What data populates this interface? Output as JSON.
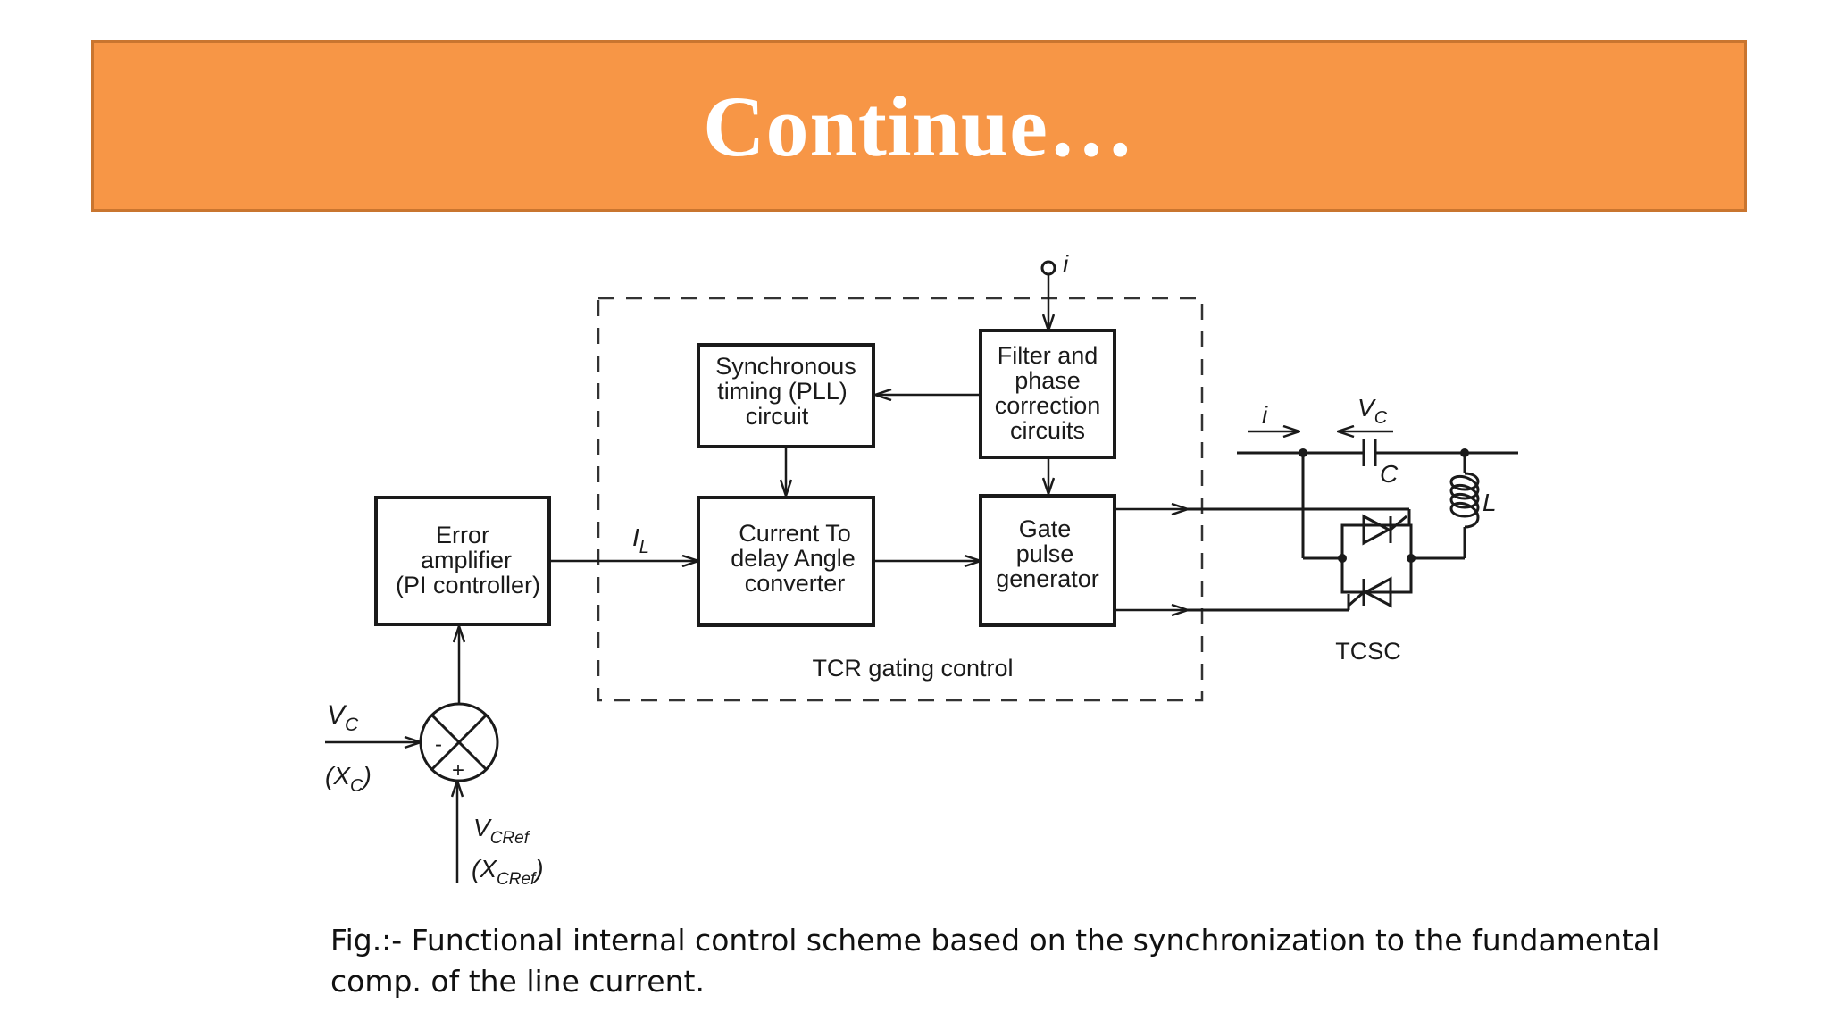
{
  "slide": {
    "title": "Continue…",
    "caption": "Fig.:- Functional internal control scheme based on the synchronization to the fundamental comp. of the line current.",
    "banner_color": "#f79646"
  },
  "diagram": {
    "blocks": {
      "sync_timing": [
        "Synchronous",
        "timing (PLL)",
        "circuit"
      ],
      "filter_phase": [
        "Filter and",
        "phase",
        "correction",
        "circuits"
      ],
      "error_amp": [
        "Error",
        "amplifier",
        "(PI controller)"
      ],
      "current_delay": [
        "Current To",
        "delay Angle",
        "converter"
      ],
      "gate_pulse": [
        "Gate",
        "pulse",
        "generator"
      ]
    },
    "labels": {
      "tcr_gating": "TCR gating control",
      "tcsc": "TCSC",
      "input_i": "i",
      "line_i": "i",
      "il_main": "I",
      "il_sub": "L",
      "vc_main": "V",
      "vc_sub": "C",
      "xc_open": "(X",
      "xc_sub": "C",
      "xc_close": ")",
      "vcref_main": "V",
      "vcref_sub": "CRef",
      "xcref_open": "(X",
      "xcref_sub": "CRef",
      "xcref_close": ")",
      "cap_c": "C",
      "ind_l": "L",
      "sum_minus": "-",
      "sum_plus": "+"
    }
  }
}
